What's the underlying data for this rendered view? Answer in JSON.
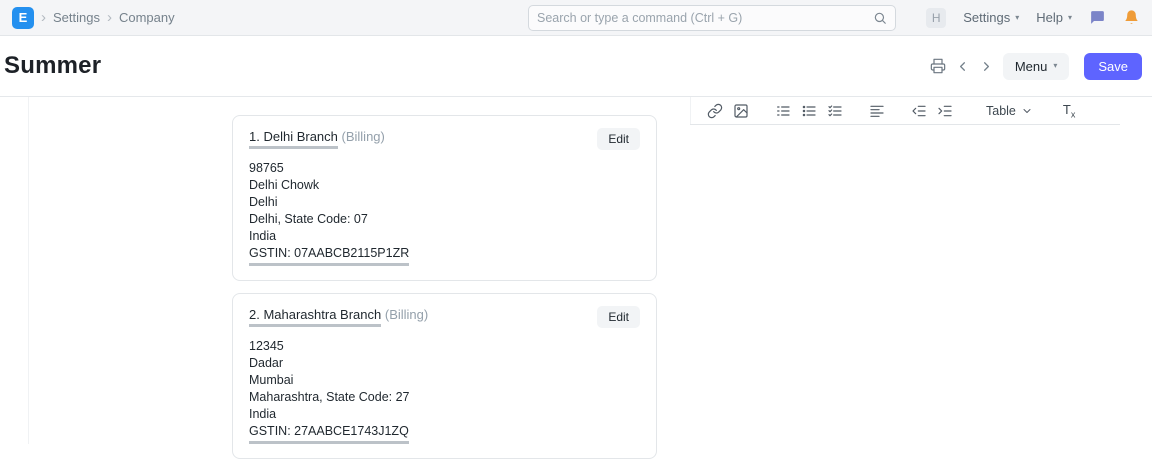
{
  "colors": {
    "accent": "#5e64ff",
    "logo_blue": "#2490ef",
    "chat_icon": "#7b84c8",
    "bell_icon": "#ef9c38",
    "underline_gray": "#bcc2c8"
  },
  "navbar": {
    "logo_letter": "E",
    "breadcrumbs": [
      {
        "label": "Settings"
      },
      {
        "label": "Company"
      }
    ],
    "search_placeholder": "Search or type a command (Ctrl + G)",
    "avatar_letter": "H",
    "settings_label": "Settings",
    "help_label": "Help"
  },
  "page": {
    "title": "Summer",
    "menu_label": "Menu",
    "save_label": "Save"
  },
  "addresses": [
    {
      "heading": "1. Delhi Branch",
      "type": "(Billing)",
      "edit_label": "Edit",
      "lines": [
        "98765",
        "Delhi Chowk",
        "Delhi",
        "Delhi, State Code: 07",
        "India"
      ],
      "gstin": "GSTIN: 07AABCB2115P1ZR"
    },
    {
      "heading": "2. Maharashtra Branch",
      "type": "(Billing)",
      "edit_label": "Edit",
      "lines": [
        "12345",
        "Dadar",
        "Mumbai",
        "Maharashtra, State Code: 27",
        "India"
      ],
      "gstin": "GSTIN: 27AABCE1743J1ZQ"
    }
  ],
  "editor": {
    "toolbar": {
      "table_label": "Table",
      "clear_format_icon": "Tx",
      "icons": [
        "link-icon",
        "image-icon",
        "ordered-list-icon",
        "bullet-list-icon",
        "check-list-icon",
        "align-icon",
        "outdent-icon",
        "indent-icon",
        "table-chevron-icon",
        "clear-format-icon"
      ]
    }
  }
}
